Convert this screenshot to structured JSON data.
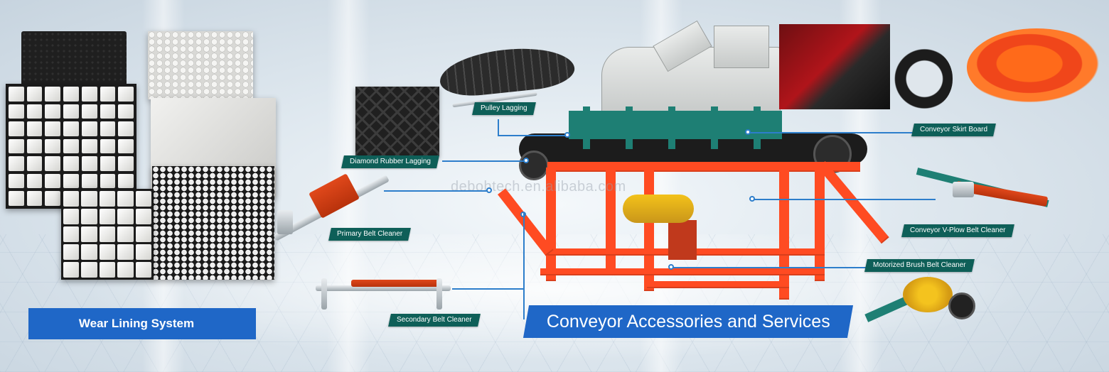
{
  "watermark": "debohtech.en.alibaba.com",
  "wear_lining": {
    "title": "Wear Lining System"
  },
  "services": {
    "title": "Conveyor Accessories and Services"
  },
  "callouts": {
    "pulley_lagging": "Pulley Lagging",
    "diamond_rubber_lagging": "Diamond Rubber Lagging",
    "primary_belt_cleaner": "Primary Belt Cleaner",
    "secondary_belt_cleaner": "Secondary Belt Cleaner",
    "conveyor_skirt_board": "Conveyor Skirt Board",
    "conveyor_v_plow_belt_cleaner": "Conveyor V-Plow Belt Cleaner",
    "motorized_brush_belt_cleaner": "Motorized Brush Belt Cleaner"
  },
  "colors": {
    "label_bg": "#0e5f58",
    "banner_blue": "#1f67c7",
    "frame_orange": "#ff4b22",
    "callout_line": "#2d7ecb"
  },
  "icons": [
    "ceramic-tile-icon",
    "pulley-lagging-icon",
    "belt-cleaner-icon",
    "conveyor-machine-icon",
    "skirt-board-icon",
    "brush-cleaner-icon"
  ]
}
